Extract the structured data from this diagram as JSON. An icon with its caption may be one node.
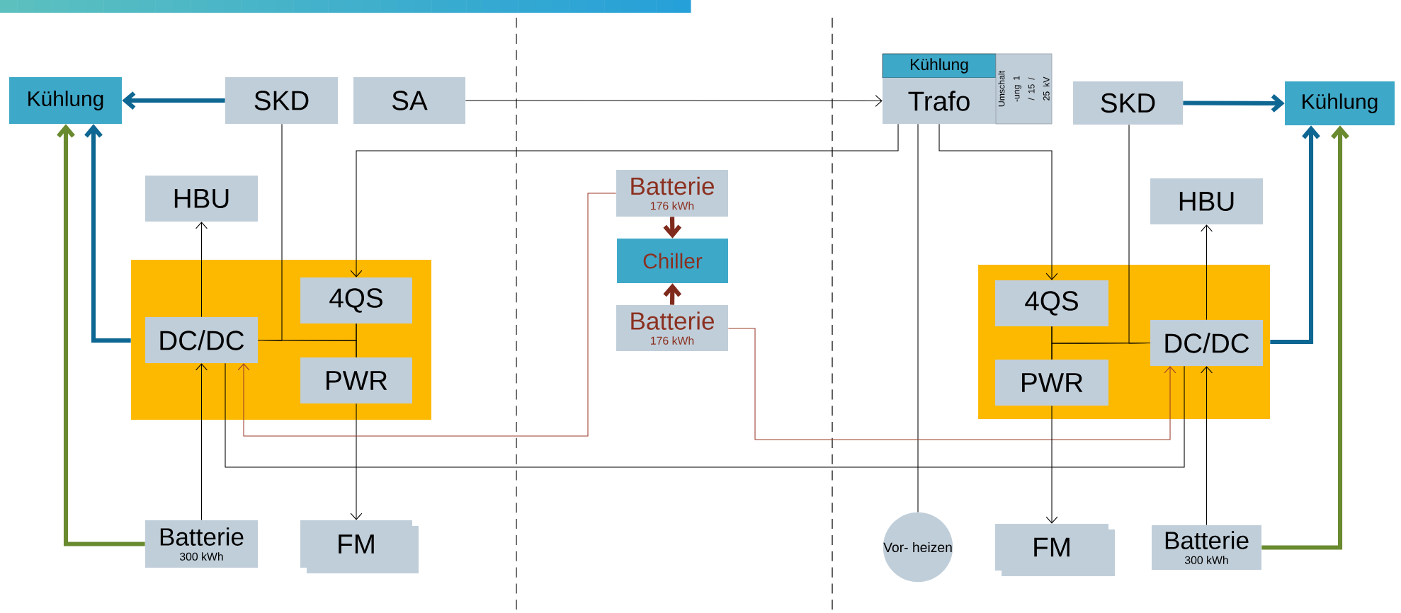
{
  "diagram": {
    "nodes": [
      {
        "text": [
          "Kühlung"
        ]
      },
      {
        "text": [
          "SKD"
        ]
      },
      {
        "text": [
          "SA"
        ]
      },
      {
        "text": [
          "Kühlung"
        ]
      },
      {
        "text": [
          "Trafo"
        ]
      },
      {
        "text": [
          "Umschalt -ung 1 / 15 / 25 kV"
        ]
      },
      {
        "text": [
          "SKD"
        ]
      },
      {
        "text": [
          "Kühlung"
        ]
      },
      {
        "text": [
          "HBU"
        ]
      },
      {
        "text": [
          "Batterie",
          "176 kWh"
        ]
      },
      {
        "text": [
          "HBU"
        ]
      },
      {
        "text": [],
        "shape": "box"
      },
      {
        "text": [
          "4QS"
        ],
        "in": 11
      },
      {
        "text": [
          "DC/DC"
        ],
        "in": 11
      },
      {
        "text": [
          "PWR"
        ],
        "in": 11
      },
      {
        "text": [
          "Chiller"
        ]
      },
      {
        "text": [
          "Batterie",
          "176 kWh"
        ]
      },
      {
        "text": [],
        "shape": "box"
      },
      {
        "text": [
          "4QS"
        ],
        "in": 17
      },
      {
        "text": [
          "DC/DC"
        ],
        "in": 17
      },
      {
        "text": [
          "PWR"
        ],
        "in": 17
      },
      {
        "text": [
          "Batterie",
          "300 kWh"
        ]
      },
      {
        "text": [
          "FM"
        ]
      },
      {
        "text": [
          "Vor- heizen"
        ]
      },
      {
        "text": [
          "FM"
        ]
      },
      {
        "text": [
          "Batterie",
          "300 kWh"
        ]
      }
    ],
    "edges": [
      {
        "from": 1,
        "to": 0,
        "arrow": "to",
        "style": "thick",
        "color": "#0e6792"
      },
      {
        "from": 11,
        "to": 0,
        "arrow": "to",
        "style": "thick",
        "color": "#0e6792"
      },
      {
        "from": 21,
        "to": 0,
        "arrow": "to",
        "style": "thick",
        "color": "#6a8a30"
      },
      {
        "from": 2,
        "to": 4,
        "arrow": "to"
      },
      {
        "from": 1,
        "to": 13,
        "arrow": "none"
      },
      {
        "from": 13,
        "to": 12,
        "arrow": "none"
      },
      {
        "from": 13,
        "to": 14,
        "arrow": "none"
      },
      {
        "from": 12,
        "to": 14,
        "arrow": "none"
      },
      {
        "from": 4,
        "to": 12,
        "arrow": "to"
      },
      {
        "from": 4,
        "to": 18,
        "arrow": "to"
      },
      {
        "from": 4,
        "to": 23,
        "arrow": "none"
      },
      {
        "from": 13,
        "to": 8,
        "arrow": "to"
      },
      {
        "from": 21,
        "to": 13,
        "arrow": "to"
      },
      {
        "from": 14,
        "to": 22,
        "arrow": "to"
      },
      {
        "from": 9,
        "to": 13,
        "arrow": "to",
        "color": "#9b3b2b"
      },
      {
        "from": 9,
        "to": 15,
        "arrow": "to",
        "style": "thick",
        "color": "#7f2a1c"
      },
      {
        "from": 16,
        "to": 15,
        "arrow": "to",
        "style": "thick",
        "color": "#7f2a1c"
      },
      {
        "from": 16,
        "to": 19,
        "arrow": "to",
        "color": "#9b3b2b"
      },
      {
        "from": 13,
        "to": 19,
        "arrow": "none"
      },
      {
        "from": 6,
        "to": 7,
        "arrow": "to",
        "style": "thick",
        "color": "#0e6792"
      },
      {
        "from": 6,
        "to": 19,
        "arrow": "none"
      },
      {
        "from": 19,
        "to": 18,
        "arrow": "none"
      },
      {
        "from": 19,
        "to": 20,
        "arrow": "none"
      },
      {
        "from": 18,
        "to": 20,
        "arrow": "none"
      },
      {
        "from": 19,
        "to": 10,
        "arrow": "to"
      },
      {
        "from": 25,
        "to": 19,
        "arrow": "to"
      },
      {
        "from": 20,
        "to": 24,
        "arrow": "to"
      },
      {
        "from": 17,
        "to": 7,
        "arrow": "to",
        "style": "thick",
        "color": "#0e6792"
      },
      {
        "from": 25,
        "to": 7,
        "arrow": "to",
        "style": "thick",
        "color": "#6a8a30"
      }
    ]
  }
}
